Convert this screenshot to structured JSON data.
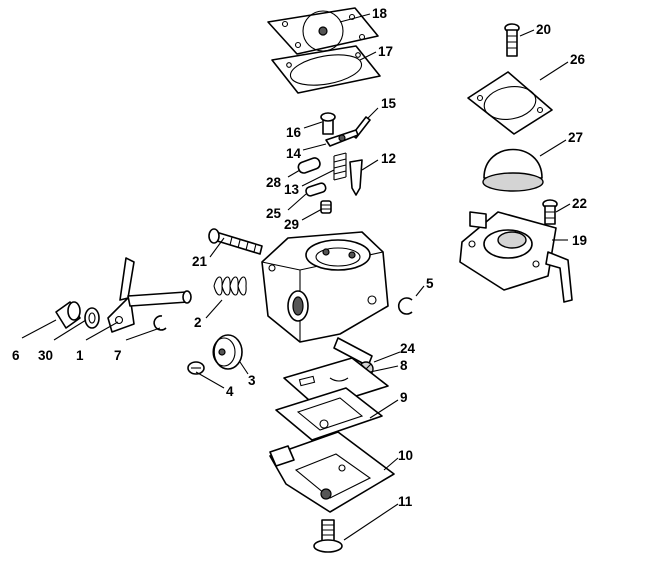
{
  "callouts": {
    "c1": "1",
    "c2": "2",
    "c3": "3",
    "c4": "4",
    "c5": "5",
    "c6": "6",
    "c7": "7",
    "c8": "8",
    "c9": "9",
    "c10": "10",
    "c11": "11",
    "c12": "12",
    "c13": "13",
    "c14": "14",
    "c15": "15",
    "c16": "16",
    "c17": "17",
    "c18": "18",
    "c19": "19",
    "c20": "20",
    "c21": "21",
    "c22": "22",
    "c24": "24",
    "c25": "25",
    "c26": "26",
    "c27": "27",
    "c28": "28",
    "c29": "29",
    "c30": "30"
  }
}
